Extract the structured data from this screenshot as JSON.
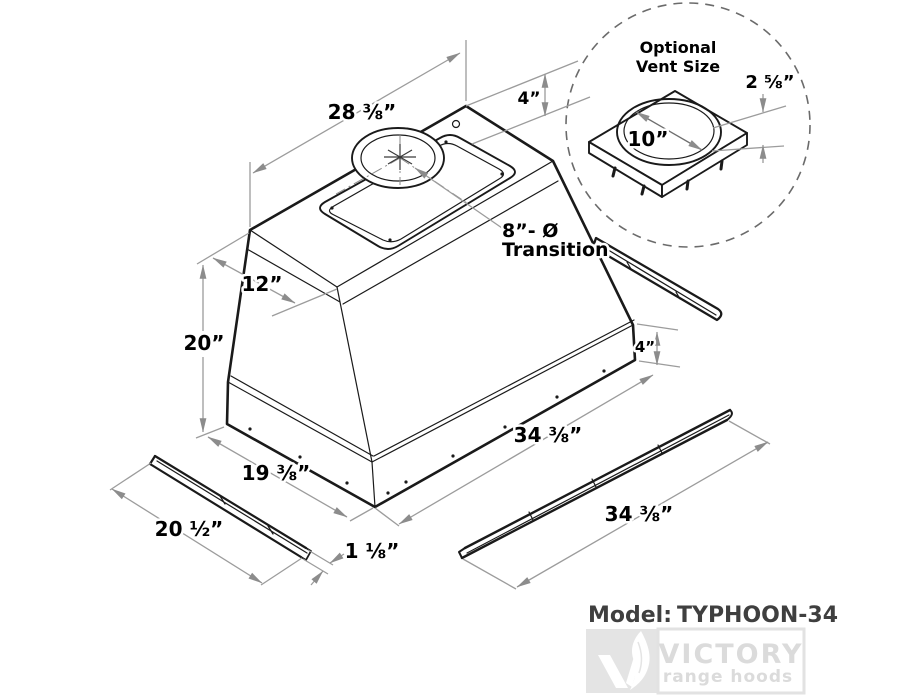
{
  "diagram": {
    "detail": {
      "title1": "Optional",
      "title2": "Vent Size",
      "thickness": "2 ⅝”",
      "diameter": "10”"
    },
    "hood": {
      "top_width": "28 ⅜”",
      "vent_offset": "4”",
      "transition1": "8”- Ø",
      "transition2": "Transition",
      "top_depth": "12”",
      "height": "20”",
      "duct_height": "4”",
      "bottom_front": "34 ⅜”",
      "bottom_left": "19 ⅜”"
    },
    "rails": {
      "left_length": "20 ½”",
      "left_width": "1 ⅛”",
      "right_length": "34 ⅜”"
    }
  },
  "footer": {
    "model_label": "Model:",
    "model_value": "TYPHOON-34",
    "brand": "VICTORY",
    "brand_tagline": "range hoods"
  },
  "colors": {
    "object_line": "#1a1a1a",
    "dimension_line": "#9c9c9c",
    "logo_gray": "#dbdbdb",
    "model_text": "#3f3f3f"
  }
}
